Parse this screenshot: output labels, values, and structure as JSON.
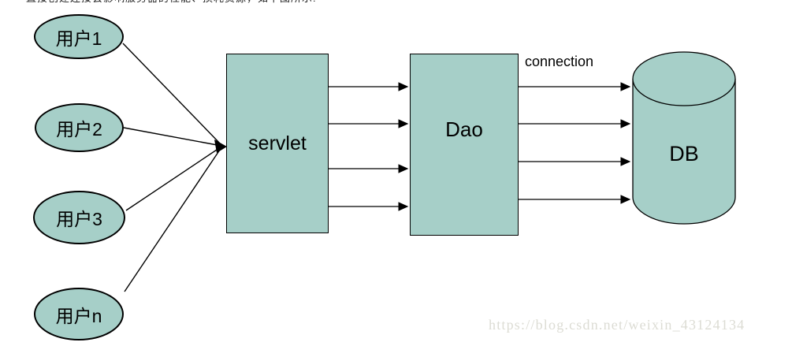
{
  "page": {
    "top_text_clipped": "直接创建连接会影响服务器的性能、损耗资源，如下图所示:",
    "watermark": "https://blog.csdn.net/weixin_43124134"
  },
  "diagram": {
    "users": [
      {
        "label": "用户1"
      },
      {
        "label": "用户2"
      },
      {
        "label": "用户3"
      },
      {
        "label": "用户n"
      }
    ],
    "servlet_label": "servlet",
    "dao_label": "Dao",
    "db_label": "DB",
    "connection_label": "connection",
    "colors": {
      "shape_fill": "#A6CFC8",
      "outline": "#000000",
      "watermark_text": "#DCDCD4"
    }
  }
}
